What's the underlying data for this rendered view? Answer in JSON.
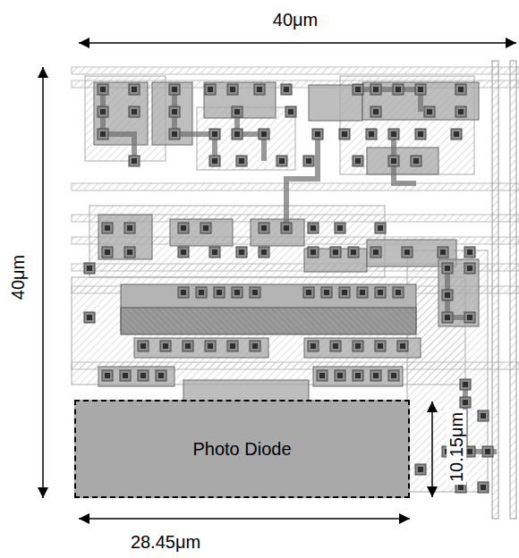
{
  "diagram": {
    "nodes": [
      {
        "text": [
          "Photo Diode"
        ]
      }
    ],
    "labels": [
      "40μm",
      "40μm",
      "10.15μm",
      "28.45μm"
    ]
  }
}
